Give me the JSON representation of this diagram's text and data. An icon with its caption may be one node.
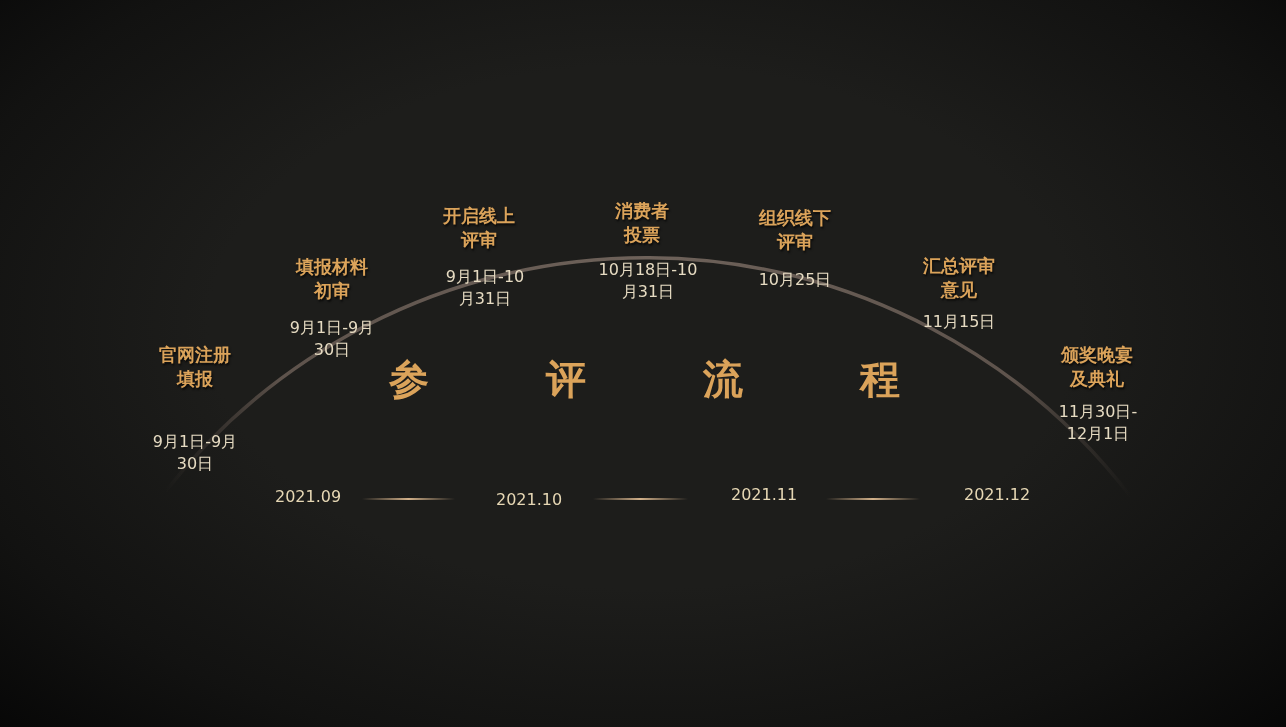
{
  "diagram": {
    "title": "参评流程",
    "labels": [
      "官网注册填报",
      "9月1日-9月30日",
      "填报材料初审",
      "9月1日-9月30日",
      "开启线上评审",
      "9月1日-10月31日",
      "消费者投票",
      "10月18日-10月31日",
      "组织线下评审",
      "10月25日",
      "汇总评审意见",
      "11月15日",
      "颁奖晚宴及典礼",
      "11月30日-12月1日",
      "2021.09",
      "2021.10",
      "2021.11",
      "2021.12"
    ]
  }
}
